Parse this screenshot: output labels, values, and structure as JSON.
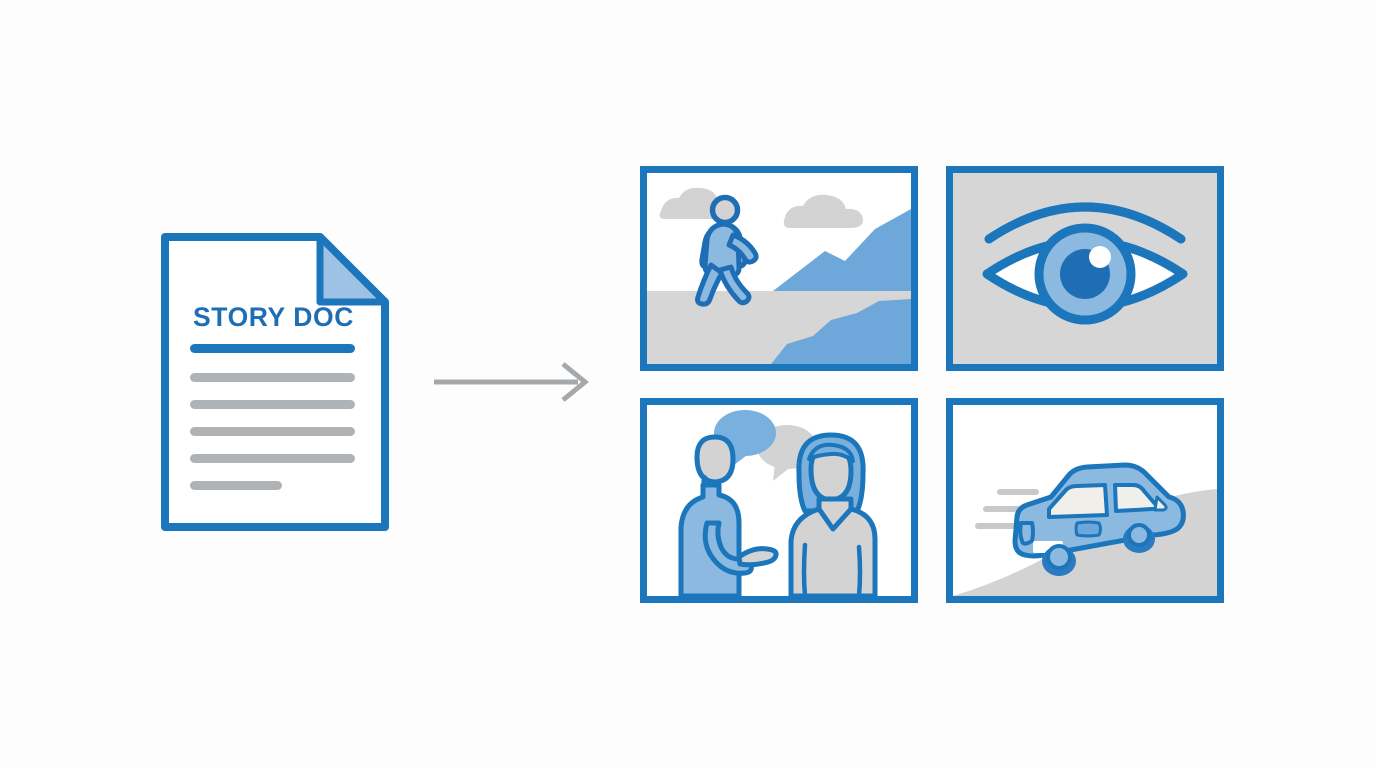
{
  "scene": {
    "title": "Story document transformed into storyboard panels",
    "background_color": "#fdfdfd"
  },
  "colors": {
    "brand_blue": "#1b76bc",
    "outline_blue": "#1f6eb5",
    "fill_light_blue": "#8cb9e0",
    "fill_mid_blue": "#6ea7da",
    "deep_blue": "#2a7bc0",
    "gray_light": "#d6d6d6",
    "gray_mid": "#b0b3b5",
    "gray_dark": "#9a9da0",
    "white": "#ffffff"
  },
  "document": {
    "name": "story-doc",
    "title": "STORY DOC",
    "title_color": "#1f6eb5",
    "has_folded_corner": true,
    "accent_rule": {
      "color": "#1b76bc",
      "width_pct": 100
    },
    "text_lines": [
      {
        "color": "#b0b3b5",
        "width_pct": 100
      },
      {
        "color": "#b0b3b5",
        "width_pct": 100
      },
      {
        "color": "#b0b3b5",
        "width_pct": 100
      },
      {
        "color": "#b0b3b5",
        "width_pct": 100
      },
      {
        "color": "#b0b3b5",
        "width_pct": 56
      }
    ]
  },
  "arrow": {
    "name": "flow-arrow",
    "direction": "right",
    "color": "#a6a9ab",
    "style": "line-with-chevron-head"
  },
  "panels": [
    {
      "id": "panel-walking",
      "position": "top-left",
      "icon": "walking-person-landscape-icon",
      "caption": "Walking figure in landscape",
      "background": "#ffffff",
      "elements": [
        "clouds",
        "mountains",
        "ground",
        "walking-person"
      ]
    },
    {
      "id": "panel-eye",
      "position": "top-right",
      "icon": "eye-icon",
      "caption": "Eye close-up",
      "background": "#d6d6d6",
      "elements": [
        "eyebrow",
        "eye-outline",
        "iris",
        "pupil",
        "highlight"
      ]
    },
    {
      "id": "panel-conversation",
      "position": "bottom-left",
      "icon": "two-people-talking-icon",
      "caption": "Two people in conversation",
      "background": "#ffffff",
      "elements": [
        "person-left",
        "person-right",
        "speech-bubble-blue",
        "speech-bubble-gray"
      ]
    },
    {
      "id": "panel-car",
      "position": "bottom-right",
      "icon": "car-driving-icon",
      "caption": "Car driving on road",
      "background": "#ffffff",
      "elements": [
        "road",
        "car",
        "speed-lines"
      ]
    }
  ]
}
